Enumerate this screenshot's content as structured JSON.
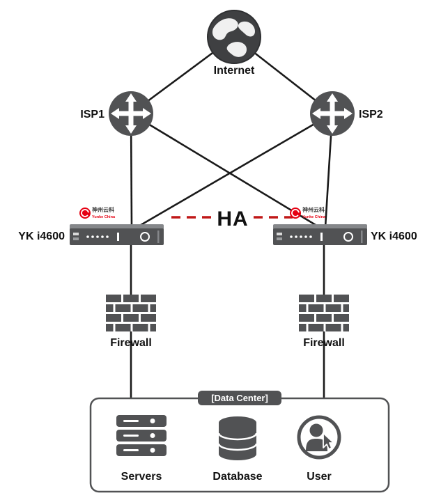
{
  "diagram": {
    "labels": {
      "internet": "Internet",
      "isp1": "ISP1",
      "isp2": "ISP2",
      "device_left": "YK i4600",
      "device_right": "YK i4600",
      "ha": "HA",
      "firewall_left": "Firewall",
      "firewall_right": "Firewall",
      "datacenter": "[Data Center]",
      "servers": "Servers",
      "database": "Database",
      "user": "User"
    },
    "vendor": {
      "name_cn": "神州云科",
      "name_en": "Yunke China"
    },
    "icons": [
      "globe-icon",
      "router-icon",
      "load-balancer-appliance-icon",
      "vendor-logo-icon",
      "firewall-brick-icon",
      "servers-stack-icon",
      "database-cylinder-icon",
      "user-cursor-icon"
    ],
    "colors": {
      "icon_gray": "#515254",
      "device_gray_light": "#85878a",
      "line_black": "#1a1a1a",
      "ha_red": "#c01818",
      "logo_red": "#e60012",
      "badge_text": "#ffffff"
    }
  }
}
